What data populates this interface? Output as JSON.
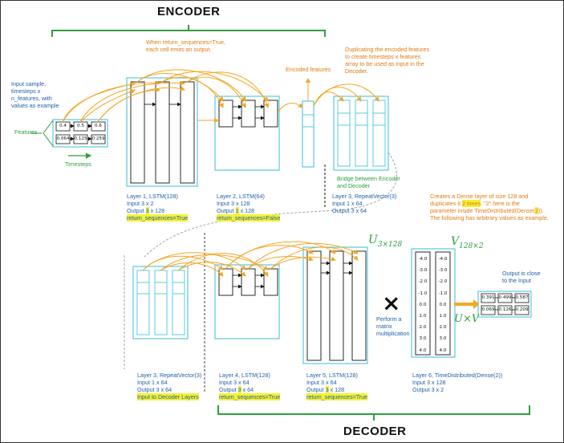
{
  "encoder": {
    "title": "ENCODER",
    "input_note": [
      "Input sample,",
      "timesteps x",
      "n_features, with",
      "values as example"
    ],
    "features_label": "Features",
    "timesteps_label": "Timesteps",
    "input_values": [
      "0.4",
      "0.5",
      "0.6",
      "0.064",
      "0.125",
      "0.259"
    ],
    "return_seq_note": [
      "When return_sequences=True,",
      "each cell emits an output."
    ],
    "encoded_features_label": "Encoded features",
    "duplicate_note": [
      "Duplicating the encoded features",
      "to create timesteps x features",
      "array to be used as input in the",
      "Decoder."
    ],
    "bridge_note": [
      "Bridge between Encoder",
      "and Decoder"
    ],
    "layer1": {
      "name": "Layer 1, LSTM(128)",
      "input": "Input 3 x 2",
      "output_pre": "Output ",
      "output_num": "3",
      "output_post": " x 128",
      "flag": "return_sequences=True"
    },
    "layer2": {
      "name": "Layer 2, LSTM(64)",
      "input": "Input 3 x 128",
      "output_pre": "Output ",
      "output_num": "1",
      "output_post": " x 128",
      "flag": "return_sequences=False"
    },
    "layer3": {
      "name": "Layer 3, RepeatVector(3)",
      "input": "Input 1 x 64",
      "output": "Output 3 x 64"
    }
  },
  "decoder": {
    "title": "DECODER",
    "dense_note": {
      "line1": "Creates a Dense layer of size 128 and",
      "line2_pre": "duplicates it ",
      "line2_hl": "2 times",
      "line2_post": ". \"2\" here is the",
      "line3_pre": "parameter inside TimeDistributed(Dense(",
      "line3_hl": "2",
      "line3_post": ")).",
      "line4": "The following has arbitrary values as example."
    },
    "u_label": "U",
    "u_sub": "3×128",
    "v_label": "V",
    "v_sub": "128×2",
    "uv_label": "U×V",
    "times_symbol": "×",
    "matmul_note": [
      "Perform a",
      "matrix",
      "multiplication"
    ],
    "output_note": [
      "Output is close",
      "to the Input"
    ],
    "output_values": [
      "0.391",
      "0.499",
      "0.587",
      "0.069",
      "0.126",
      "0.209"
    ],
    "v_matrix_left": [
      "-4.0",
      "-3.0",
      "-2.0",
      "-1.0",
      "0.0",
      "1.0",
      "2.0",
      "3.0",
      "4.0"
    ],
    "v_matrix_right": [
      "-4.0",
      "-3.0",
      "-2.0",
      "-1.0",
      "0.0",
      "1.0",
      "2.0",
      "3.0",
      "4.0"
    ],
    "layer3": {
      "name": "Layer 3, RepeatVector(3)",
      "input": "Input 1 x 64",
      "output": "Output 3 x 64",
      "flag": "Input to Decoder Layers"
    },
    "layer4": {
      "name": "Layer 4, LSTM(128)",
      "input": "Input 3 x 64",
      "output_pre": "Output ",
      "output_num": "3",
      "output_post": " x 64",
      "flag": "return_sequences=True"
    },
    "layer5": {
      "name": "Layer 5, LSTM(128)",
      "input": "Input 3 x 64",
      "output_pre": "Output ",
      "output_num": "3",
      "output_post": " x 128",
      "flag": "return_sequences=True"
    },
    "layer6": {
      "name": "Layer 6, TimeDistributed(Dense(2))",
      "input": "Input 3 x 128",
      "output": "Output 3 x 2"
    }
  },
  "colors": {
    "blue": "#1f5fa8",
    "green": "#2e9e3e",
    "orange": "#f5a623",
    "highlight": "#f4f134",
    "cyan": "#5bc8e0"
  }
}
